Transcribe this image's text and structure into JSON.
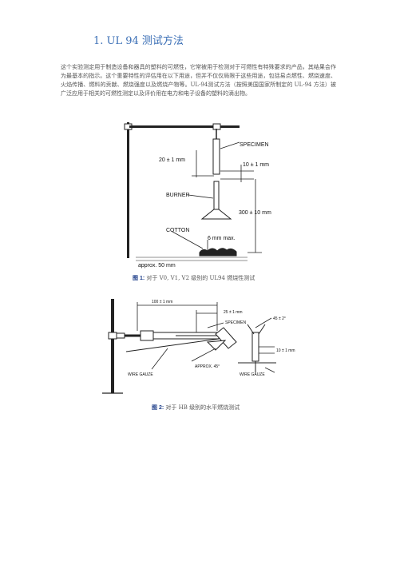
{
  "section_title": "1. UL 94 测试方法",
  "intro_paragraph": "这个实验测定用于制造设备和器具的塑料的可燃性，它常被用于检测对于可燃性有特殊要求的产品，其结果会作为最基本的指示。这个重要特性的评估用在以下用途，但并不仅仅局限于这些用途，包括易点燃性、燃烧速度、火焰传播、燃料的贡献、燃烧强度以及燃烧产物等。UL-94测试方法（按照美国国家所制定的 UL-94 方法）被广泛应用于相关的可燃性测定以及评价用在电力和电子设备的塑料的滴出物。",
  "figure1": {
    "labels": {
      "specimen": "SPECIMEN",
      "dim_20": "20 ± 1 mm",
      "dim_10": "10 ± 1 mm",
      "burner": "BURNER",
      "dim_300": "300 ± 10 mm",
      "cotton": "COTTON",
      "dim_6": "6 mm max.",
      "approx_50": "approx. 50 mm"
    },
    "caption_label": "图 1:",
    "caption_text": "对于 V0, V1, V2 级别的 UL94 燃烧性测试"
  },
  "figure2": {
    "labels": {
      "dim_100": "100 ± 1 mm",
      "dim_25": "25 ± 1 mm",
      "specimen": "SPECIMEN",
      "angle_45_2": "45 ± 2°",
      "dim_10": "10 ± 1 mm",
      "approx_45": "APPROX. 45°",
      "wire_gauze_left": "WIRE GAUZE",
      "wire_gauze_right": "WIRE GAUZE"
    },
    "caption_label": "图 2:",
    "caption_text": "对于 HB 级别的水平燃烧测试"
  }
}
